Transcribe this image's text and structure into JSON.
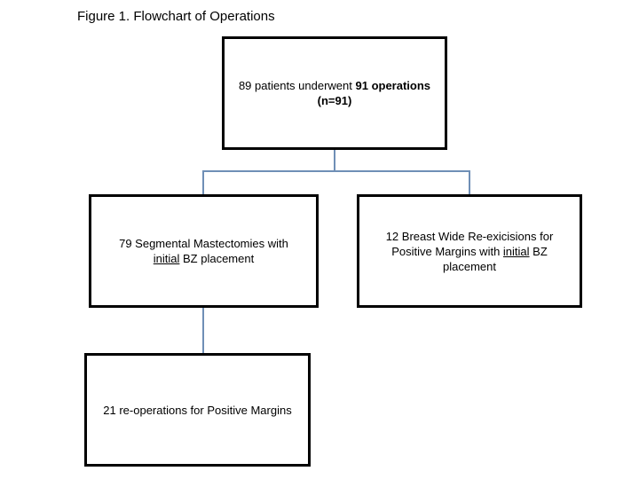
{
  "title": "Figure 1. Flowchart of Operations",
  "root": {
    "text_1": "89 patients underwent ",
    "bold_1": "91 operations",
    "bold_2": "(n=91)"
  },
  "left": {
    "text_1": "79 Segmental Mastectomies with",
    "underlined": "initial",
    "text_2": " BZ placement"
  },
  "right": {
    "text_1": "12 Breast Wide Re-exicisions for",
    "text_2": "Positive Margins with ",
    "underlined": "initial",
    "text_3": " BZ",
    "text_4": "placement"
  },
  "child": {
    "text": "21 re-operations for Positive Margins"
  },
  "colors": {
    "connector": "#6f8fb6",
    "box_border": "#000000"
  }
}
